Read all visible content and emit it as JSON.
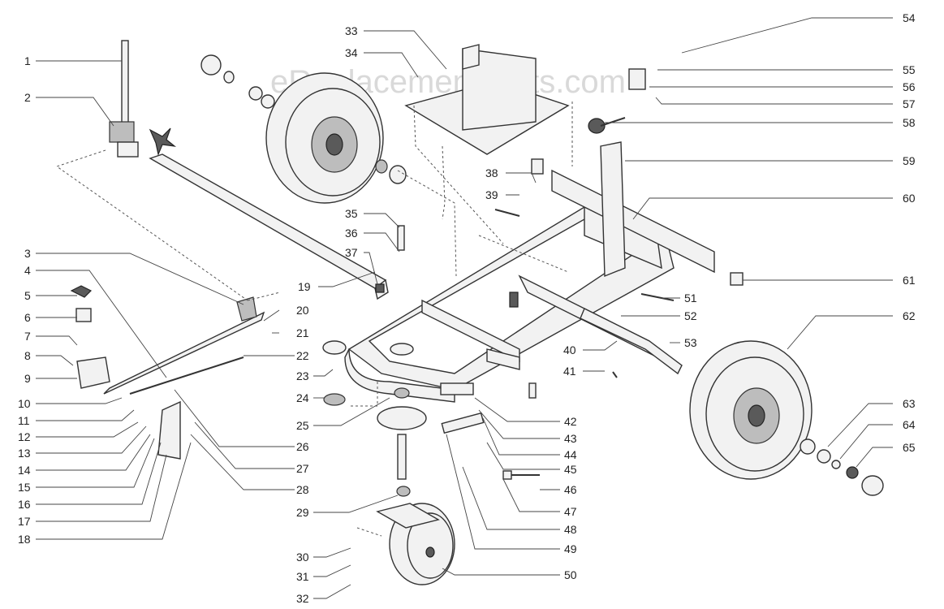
{
  "watermark": "eReplacementParts.com",
  "part_numbers": {
    "left": [
      "1",
      "2",
      "3",
      "4",
      "5",
      "6",
      "7",
      "8",
      "9",
      "10",
      "11",
      "12",
      "13",
      "14",
      "15",
      "16",
      "17",
      "18"
    ],
    "center": [
      "19",
      "20",
      "21",
      "22",
      "23",
      "24",
      "25",
      "26",
      "27",
      "28",
      "29",
      "30",
      "31",
      "32",
      "33",
      "34",
      "35",
      "36",
      "37",
      "38",
      "39",
      "40",
      "41"
    ],
    "right": [
      "42",
      "43",
      "44",
      "45",
      "46",
      "47",
      "48",
      "49",
      "50",
      "51",
      "52",
      "53",
      "54",
      "55",
      "56",
      "57",
      "58",
      "59",
      "60",
      "61",
      "62",
      "63",
      "64",
      "65"
    ]
  }
}
